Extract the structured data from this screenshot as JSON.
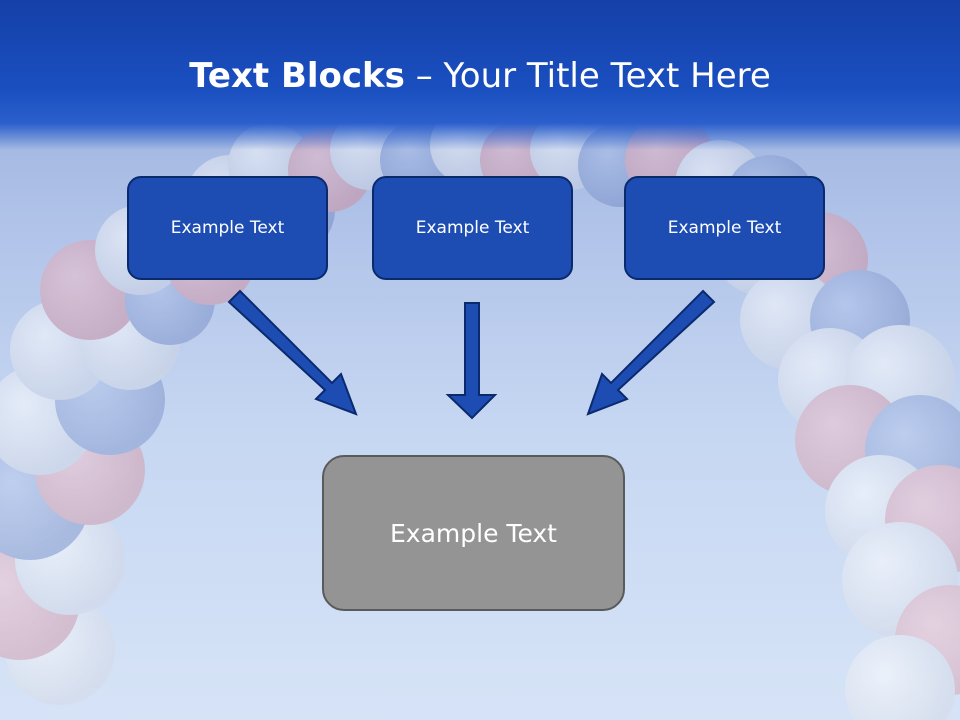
{
  "title": {
    "bold": "Text Blocks",
    "dash": " – ",
    "rest": "Your Title Text Here"
  },
  "boxes": [
    {
      "label": "Example Text"
    },
    {
      "label": "Example Text"
    },
    {
      "label": "Example Text"
    }
  ],
  "result": {
    "label": "Example Text"
  },
  "colors": {
    "header": "#1a4fc0",
    "box_fill": "#1d4cb3",
    "box_border": "#0b2a6e",
    "result_fill": "#949494",
    "arrow": "#1d4cb3"
  }
}
